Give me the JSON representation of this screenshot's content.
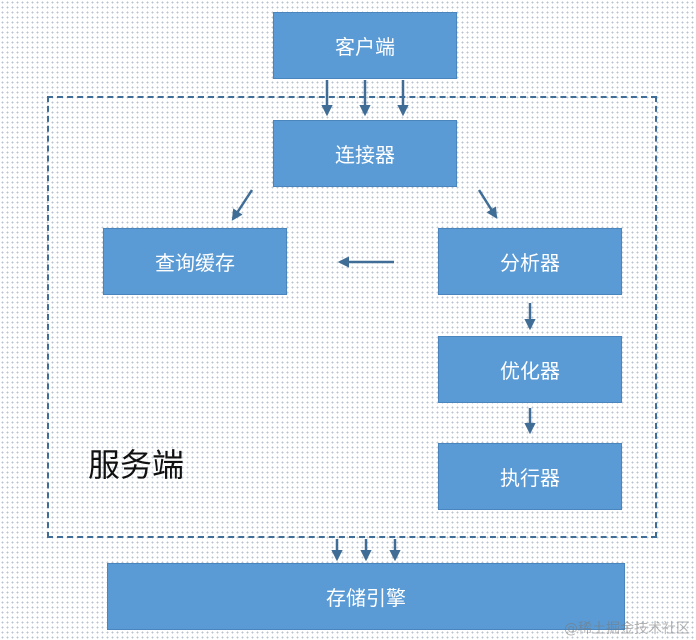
{
  "nodes": {
    "client": "客户端",
    "connector": "连接器",
    "query_cache": "查询缓存",
    "analyzer": "分析器",
    "optimizer": "优化器",
    "executor": "执行器",
    "storage_engine": "存储引擎"
  },
  "group_label": "服务端",
  "watermark": "@稀土掘金技术社区",
  "colors": {
    "box_fill": "#5b9bd5",
    "box_text": "#ffffff",
    "arrow": "#3f6d96",
    "dashed_border": "#3f6d96"
  }
}
